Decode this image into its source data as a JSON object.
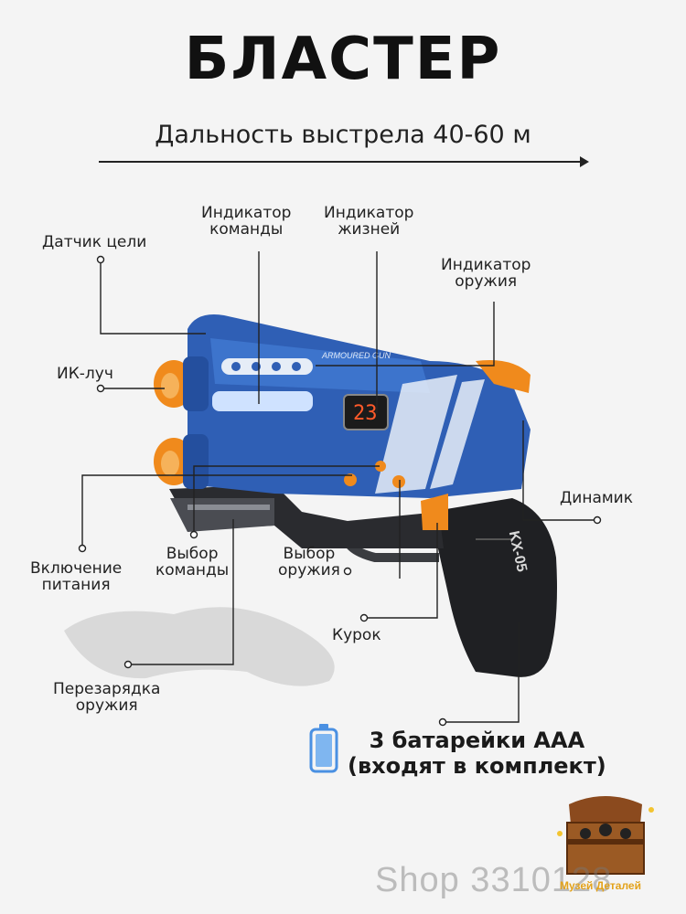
{
  "header": {
    "title": "БЛАСТЕР",
    "subtitle": "Дальность выстрела 40-60 м"
  },
  "callouts": {
    "target_sensor": "Датчик цели",
    "team_indicator": "Индикатор\nкоманды",
    "life_indicator": "Индикатор\nжизней",
    "weapon_indicator": "Индикатор\nоружия",
    "ir_beam": "ИК-луч",
    "speaker": "Динамик",
    "power_switch": "Включение\nпитания",
    "team_select": "Выбор\nкоманды",
    "weapon_select": "Выбор\nоружия",
    "trigger": "Курок",
    "reload": "Перезарядка\nоружия"
  },
  "gun": {
    "top_label": "ARMOURED GUN",
    "display_value": "23",
    "grip_label": "KX-05"
  },
  "battery": {
    "line1": "3 батарейки AAA",
    "line2": "(входят в комплект)",
    "icon": "battery-icon"
  },
  "watermark": {
    "shop": "Shop 3310128",
    "logo_text": "Музей Деталей",
    "logo_icon": "treasure-chest-icon"
  },
  "colors": {
    "gun_blue": "#2f5fb5",
    "gun_orange": "#f08a1c",
    "gun_black": "#1f2023"
  }
}
